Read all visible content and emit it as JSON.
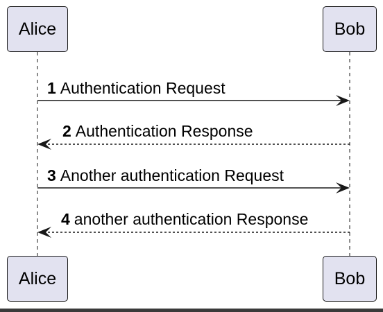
{
  "participants": [
    {
      "id": "alice",
      "label": "Alice"
    },
    {
      "id": "bob",
      "label": "Bob"
    }
  ],
  "messages": [
    {
      "number": "1",
      "text": "Authentication Request",
      "from": "alice",
      "to": "bob",
      "style": "solid"
    },
    {
      "number": "2",
      "text": "Authentication Response",
      "from": "bob",
      "to": "alice",
      "style": "dashed"
    },
    {
      "number": "3",
      "text": "Another authentication Request",
      "from": "alice",
      "to": "bob",
      "style": "solid"
    },
    {
      "number": "4",
      "text": "another authentication Response",
      "from": "bob",
      "to": "alice",
      "style": "dashed"
    }
  ],
  "colors": {
    "box_fill": "#e2e2f0",
    "line": "#181818"
  }
}
